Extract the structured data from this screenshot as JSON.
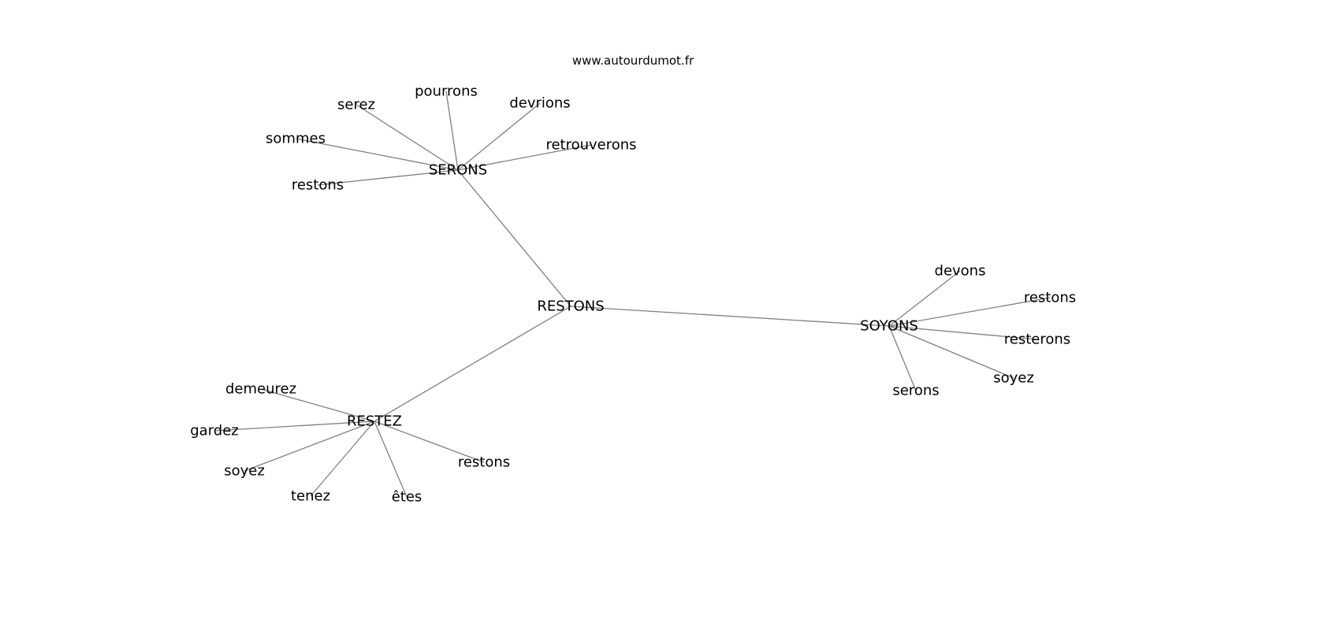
{
  "title": "www.autourdumot.fr",
  "nodes": [
    {
      "id": "restons_c",
      "label": "RESTONS"
    },
    {
      "id": "serons_c",
      "label": "SERONS"
    },
    {
      "id": "soyons_c",
      "label": "SOYONS"
    },
    {
      "id": "restez_c",
      "label": "RESTEZ"
    },
    {
      "id": "serez",
      "label": "serez"
    },
    {
      "id": "pourrons",
      "label": "pourrons"
    },
    {
      "id": "devrions",
      "label": "devrions"
    },
    {
      "id": "retrouverons",
      "label": "retrouverons"
    },
    {
      "id": "sommes",
      "label": "sommes"
    },
    {
      "id": "restons_a",
      "label": "restons"
    },
    {
      "id": "devons",
      "label": "devons"
    },
    {
      "id": "restons_b",
      "label": "restons"
    },
    {
      "id": "resterons",
      "label": "resterons"
    },
    {
      "id": "soyez_a",
      "label": "soyez"
    },
    {
      "id": "serons",
      "label": "serons"
    },
    {
      "id": "demeurez",
      "label": "demeurez"
    },
    {
      "id": "gardez",
      "label": "gardez"
    },
    {
      "id": "soyez_b",
      "label": "soyez"
    },
    {
      "id": "tenez",
      "label": "tenez"
    },
    {
      "id": "etes",
      "label": "êtes"
    },
    {
      "id": "restons_d",
      "label": "restons"
    }
  ],
  "edges": [
    [
      "restons_c",
      "serons_c"
    ],
    [
      "restons_c",
      "soyons_c"
    ],
    [
      "restons_c",
      "restez_c"
    ],
    [
      "serons_c",
      "serez"
    ],
    [
      "serons_c",
      "pourrons"
    ],
    [
      "serons_c",
      "devrions"
    ],
    [
      "serons_c",
      "retrouverons"
    ],
    [
      "serons_c",
      "sommes"
    ],
    [
      "serons_c",
      "restons_a"
    ],
    [
      "soyons_c",
      "devons"
    ],
    [
      "soyons_c",
      "restons_b"
    ],
    [
      "soyons_c",
      "resterons"
    ],
    [
      "soyons_c",
      "soyez_a"
    ],
    [
      "soyons_c",
      "serons"
    ],
    [
      "restez_c",
      "demeurez"
    ],
    [
      "restez_c",
      "gardez"
    ],
    [
      "restez_c",
      "soyez_b"
    ],
    [
      "restez_c",
      "tenez"
    ],
    [
      "restez_c",
      "etes"
    ],
    [
      "restez_c",
      "restons_d"
    ]
  ]
}
